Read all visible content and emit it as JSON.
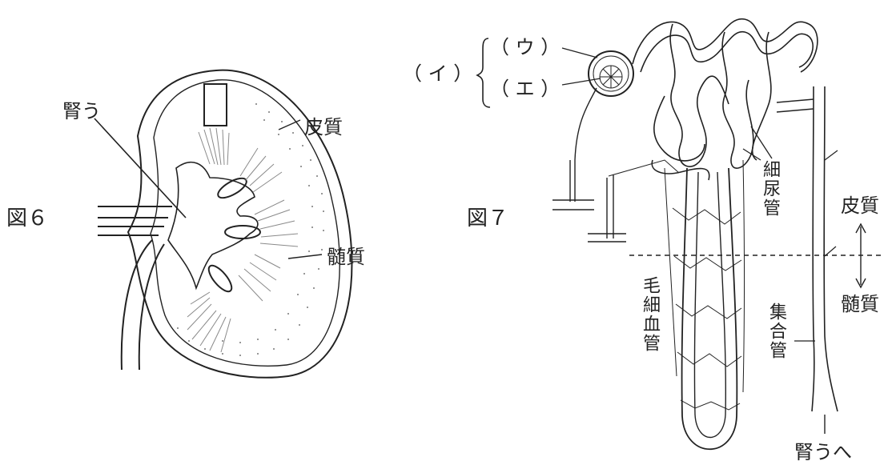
{
  "figure6": {
    "caption": "図６",
    "labels": {
      "pelvis": "腎う",
      "cortex": "皮質",
      "medulla": "髄質"
    }
  },
  "figure7": {
    "caption": "図７",
    "labels": {
      "group_i": "（ イ ）",
      "part_u": "（ ウ ）",
      "part_e": "（ エ ）",
      "tubule": "細尿管",
      "capillary": "毛細血管",
      "collecting_duct": "集合管",
      "cortex": "皮質",
      "medulla": "髄質",
      "to_pelvis": "腎うへ"
    }
  },
  "colors": {
    "ink": "#222222",
    "paper": "#ffffff",
    "shade": "#9a9a9a"
  }
}
